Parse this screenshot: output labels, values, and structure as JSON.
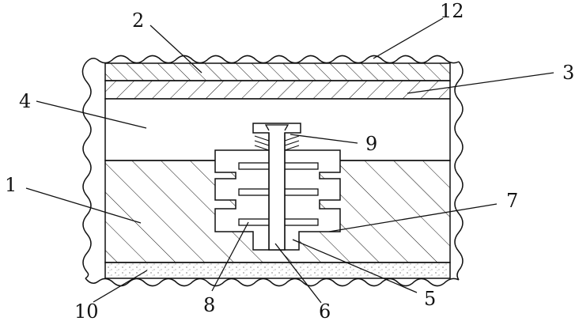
{
  "callouts": {
    "n1": "1",
    "n2": "2",
    "n3": "3",
    "n4": "4",
    "n5": "5",
    "n6": "6",
    "n7": "7",
    "n8": "8",
    "n9": "9",
    "n10": "10",
    "n12": "12"
  }
}
